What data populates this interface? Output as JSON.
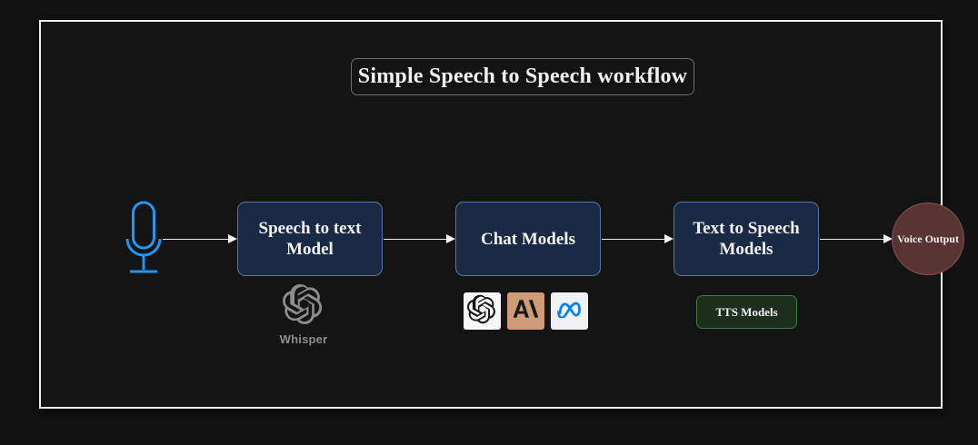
{
  "diagram": {
    "title": "Simple Speech to Speech workflow",
    "background_color": "#121212",
    "frame_border_color": "#eeeeec",
    "node_fill_color": "#1b2a44",
    "node_border_color": "#5077a6",
    "arrow_color": "#f2f2f0"
  },
  "input": {
    "icon_name": "microphone-icon",
    "icon_color": "#2196f3"
  },
  "nodes": [
    {
      "id": "speech-to-text",
      "label": "Speech to text Model",
      "line1": "Speech to text",
      "line2": "Model",
      "shape": "rounded-rect"
    },
    {
      "id": "chat-models",
      "label": "Chat Models",
      "line1": "Chat Models",
      "line2": "",
      "shape": "rounded-rect"
    },
    {
      "id": "text-to-speech",
      "label": "Text to Speech Models",
      "line1": "Text to Speech",
      "line2": "Models",
      "shape": "rounded-rect"
    },
    {
      "id": "voice-output",
      "label": "Voice Output",
      "shape": "circle",
      "fill_color": "#593434",
      "border_color": "#8a5050"
    }
  ],
  "annotations": {
    "whisper": {
      "label": "Whisper",
      "logo_name": "openai-logo",
      "logo_color": "#8d8d8d"
    },
    "chat_providers": [
      {
        "name": "openai",
        "logo_name": "openai-logo",
        "tile_color": "#f7f7f7",
        "mark_color": "#151515"
      },
      {
        "name": "anthropic",
        "logo_name": "anthropic-logo",
        "tile_color": "#cf9b78",
        "mark_color": "#191817"
      },
      {
        "name": "meta",
        "logo_name": "meta-logo",
        "tile_color": "#eff1f3",
        "mark_color": "#0081fb"
      }
    ],
    "tts": {
      "label": "TTS Models",
      "fill_color": "#1c2e1c",
      "border_color": "#3f7a3f"
    }
  },
  "arrows": [
    {
      "id": "arrow-mic-to-stt",
      "from": "microphone",
      "to": "speech-to-text"
    },
    {
      "id": "arrow-stt-to-chat",
      "from": "speech-to-text",
      "to": "chat-models"
    },
    {
      "id": "arrow-chat-to-tts",
      "from": "chat-models",
      "to": "text-to-speech"
    },
    {
      "id": "arrow-tts-to-voice",
      "from": "text-to-speech",
      "to": "voice-output"
    }
  ]
}
